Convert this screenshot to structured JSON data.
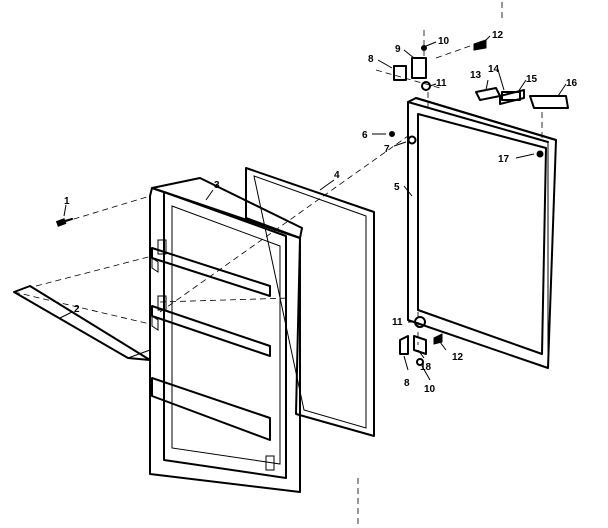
{
  "callouts": {
    "c1": "1",
    "c2": "2",
    "c3": "3",
    "c4": "4",
    "c5": "5",
    "c6": "6",
    "c7": "7",
    "c8a": "8",
    "c8b": "8",
    "c9": "9",
    "c10a": "10",
    "c10b": "10",
    "c11a": "11",
    "c11b": "11",
    "c12a": "12",
    "c12b": "12",
    "c13": "13",
    "c14": "14",
    "c15": "15",
    "c16": "16",
    "c17": "17",
    "c18": "18"
  }
}
